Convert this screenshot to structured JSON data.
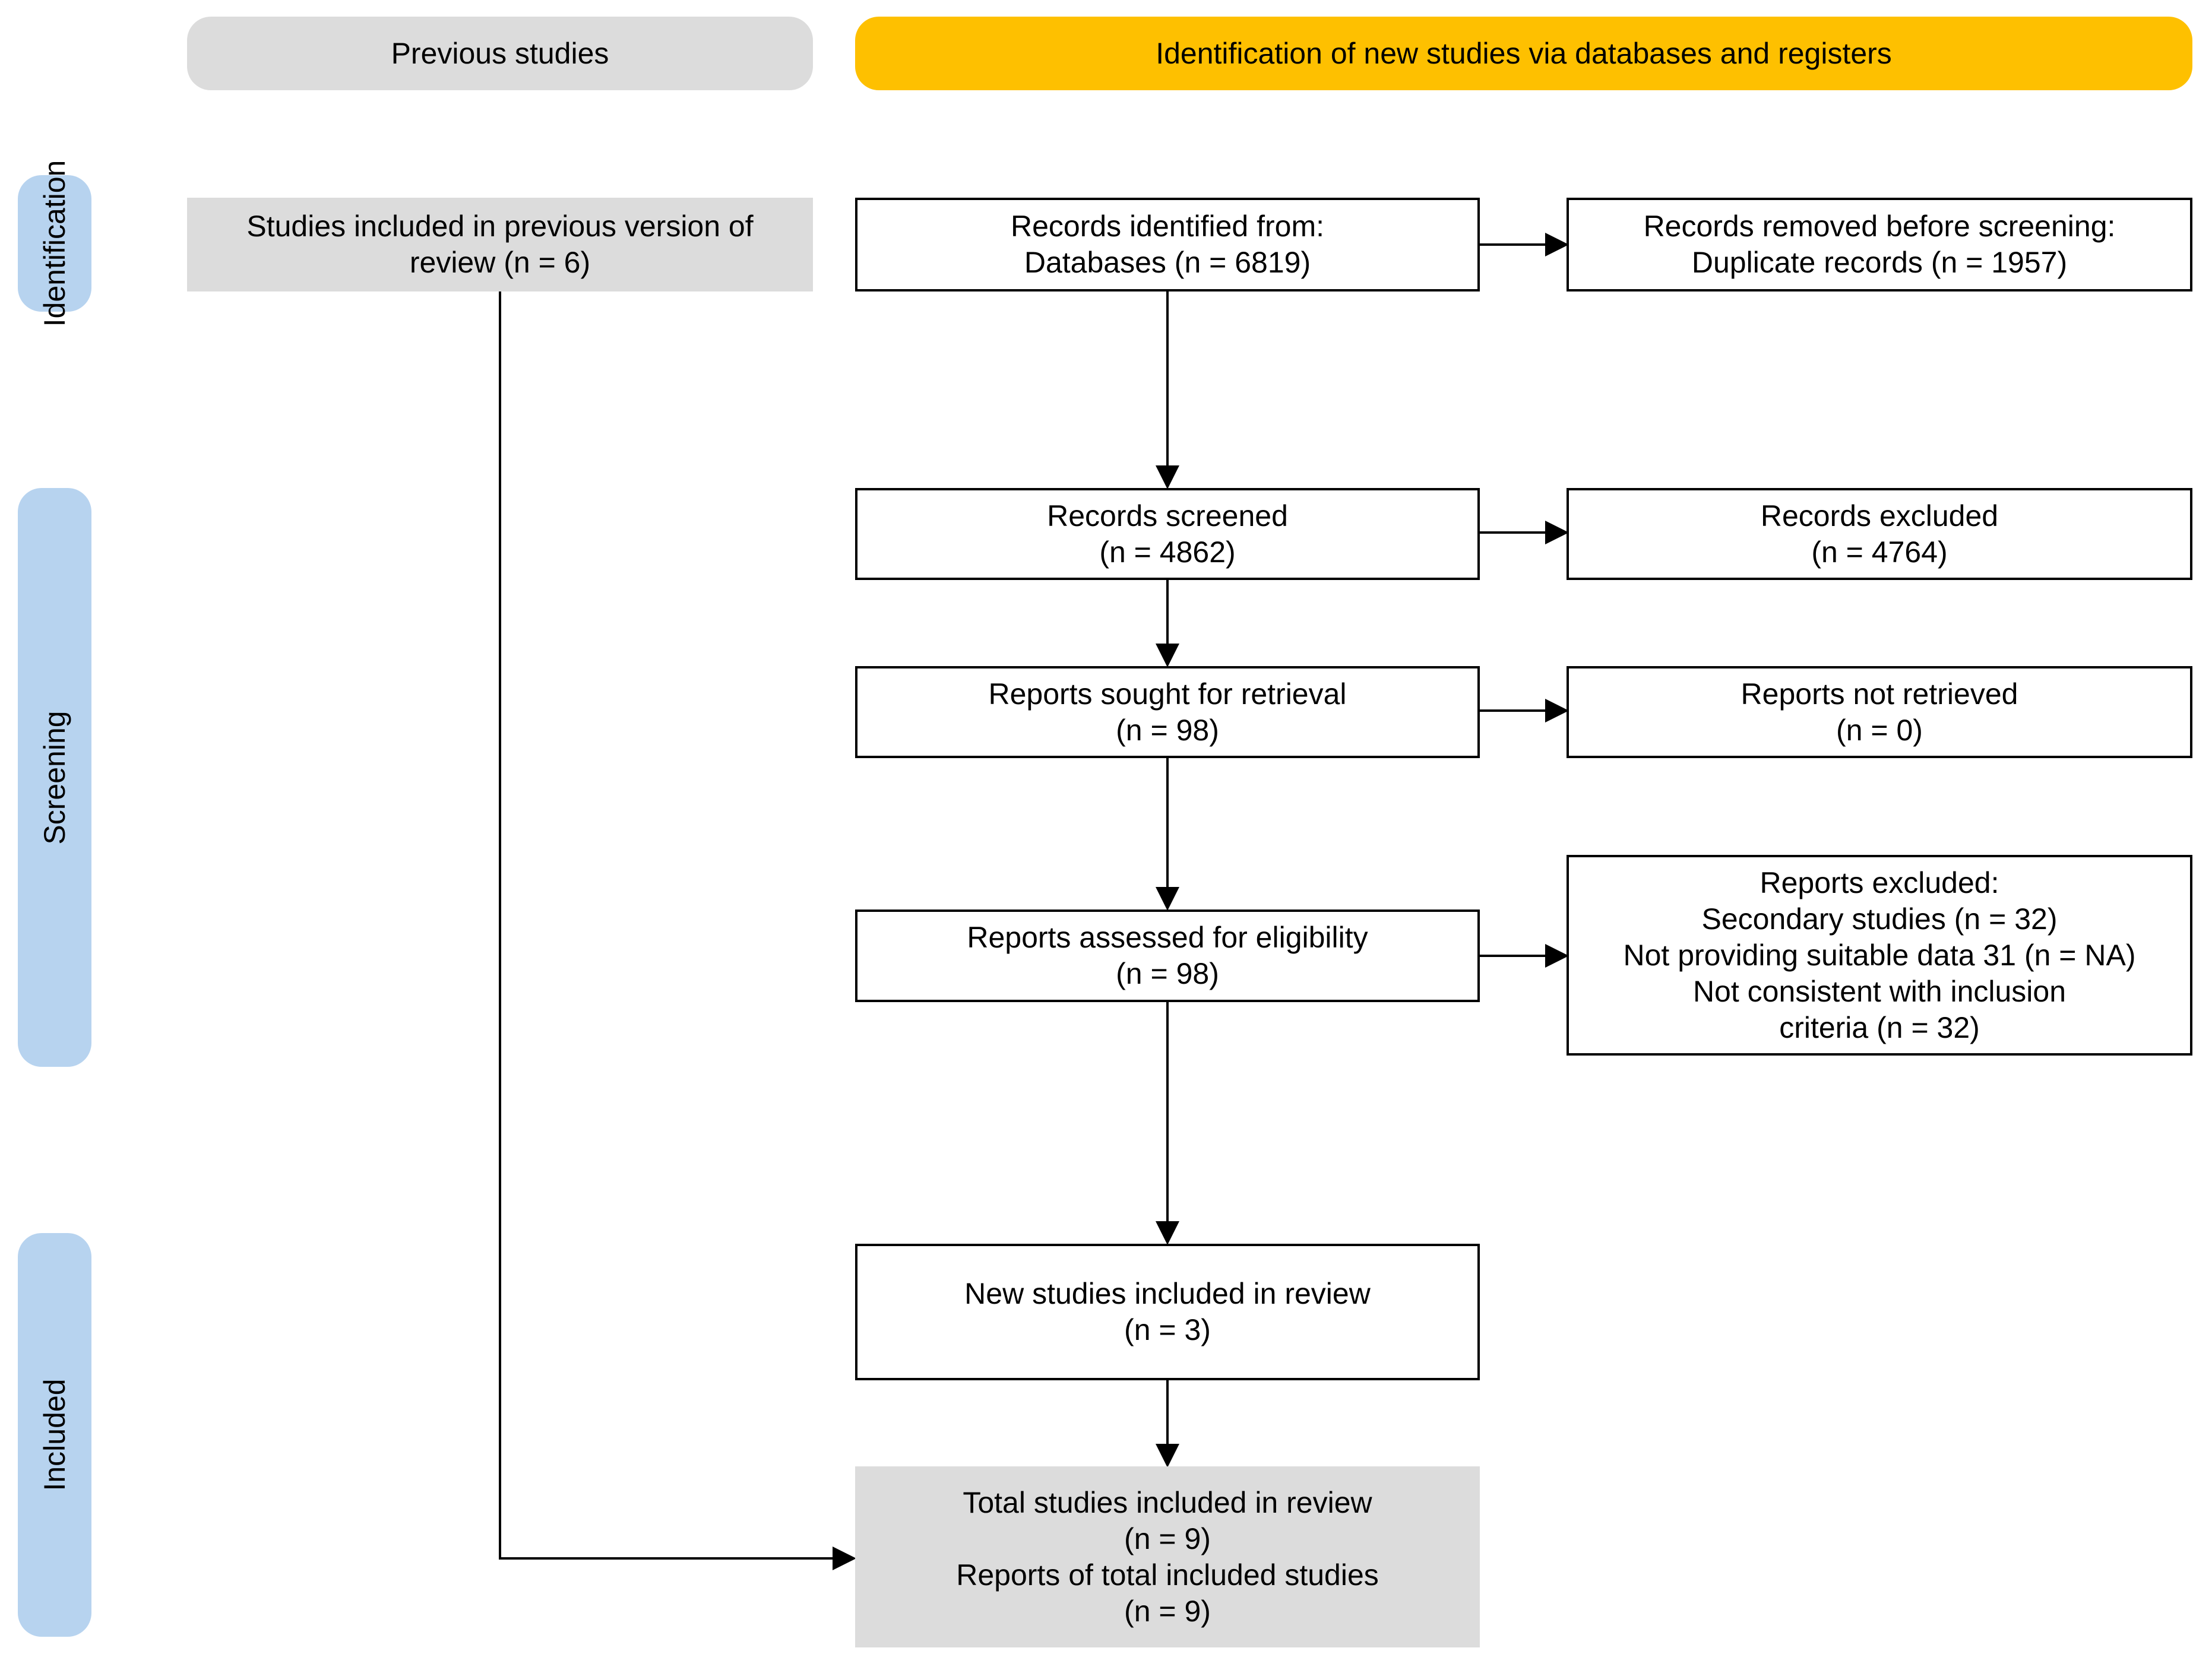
{
  "headers": {
    "previous": "Previous studies",
    "new": "Identification of new studies via databases and registers"
  },
  "phases": {
    "identification": "Identification",
    "screening": "Screening",
    "included": "Included"
  },
  "boxes": {
    "previous_included": {
      "lines": [
        "Studies included in previous version of",
        "review (n = 6)"
      ]
    },
    "records_identified": {
      "lines": [
        "Records identified from:",
        "Databases (n = 6819)"
      ]
    },
    "records_removed": {
      "lines": [
        "Records removed before screening:",
        "Duplicate records (n = 1957)"
      ]
    },
    "records_screened": {
      "lines": [
        "Records screened",
        "(n = 4862)"
      ]
    },
    "records_excluded": {
      "lines": [
        "Records excluded",
        "(n = 4764)"
      ]
    },
    "reports_sought": {
      "lines": [
        "Reports sought for retrieval",
        "(n = 98)"
      ]
    },
    "reports_not_retrieved": {
      "lines": [
        "Reports not retrieved",
        "(n = 0)"
      ]
    },
    "reports_assessed": {
      "lines": [
        "Reports assessed for eligibility",
        "(n = 98)"
      ]
    },
    "reports_excluded": {
      "lines": [
        "Reports excluded:",
        "Secondary studies (n = 32)",
        "Not providing suitable data 31 (n = NA)",
        "Not consistent with inclusion",
        "criteria (n = 32)"
      ]
    },
    "new_included": {
      "lines": [
        "New studies included in review",
        "(n = 3)"
      ]
    },
    "total_included": {
      "lines": [
        "Total studies included in review",
        "(n = 9)",
        "Reports of total included studies",
        "(n = 9)"
      ]
    }
  },
  "colors": {
    "previous_header": "#dcdcdc",
    "new_header": "#fec000",
    "phase_label": "#b7d3ef",
    "grey_box": "#dcdcdc"
  }
}
